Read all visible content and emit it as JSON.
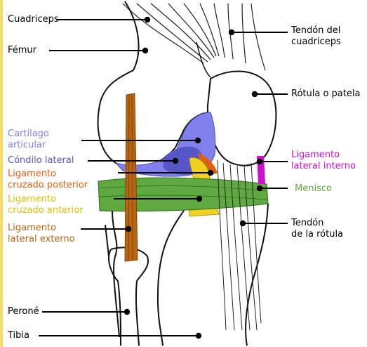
{
  "labels": {
    "cuadriceps": "Cuadriceps",
    "femur": "Fémur",
    "tendon_cuadriceps": "Tendón del\ncuadriceps",
    "rotula": "Rótula o patela",
    "cartilago": "Cartílago\narticular",
    "condilo": "Cóndilo lateral",
    "lig_cruzado_post": "Ligamento\ncruzado posterior",
    "lig_cruzado_ant": "Ligamento\ncruzado anterior",
    "lig_lateral_ext": "Ligamento\nlateral externo",
    "lig_lateral_int": "Ligamento\nlateral interno",
    "menisco": "Menisco",
    "tendon_rotula": "Tendón\nde la rótula",
    "perone": "Peroné",
    "tibia": "Tibia"
  },
  "colors": {
    "cartilago": "#8080ee",
    "condilo": "#5656c8",
    "cruzado_posterior": "#e06010",
    "cruzado_anterior": "#f0d020",
    "lateral_externo": "#b8650f",
    "lateral_interno": "#cc10cc",
    "menisco": "#60a840",
    "bone_line": "#1a1a1a",
    "left_border": "#f2dc6a"
  }
}
